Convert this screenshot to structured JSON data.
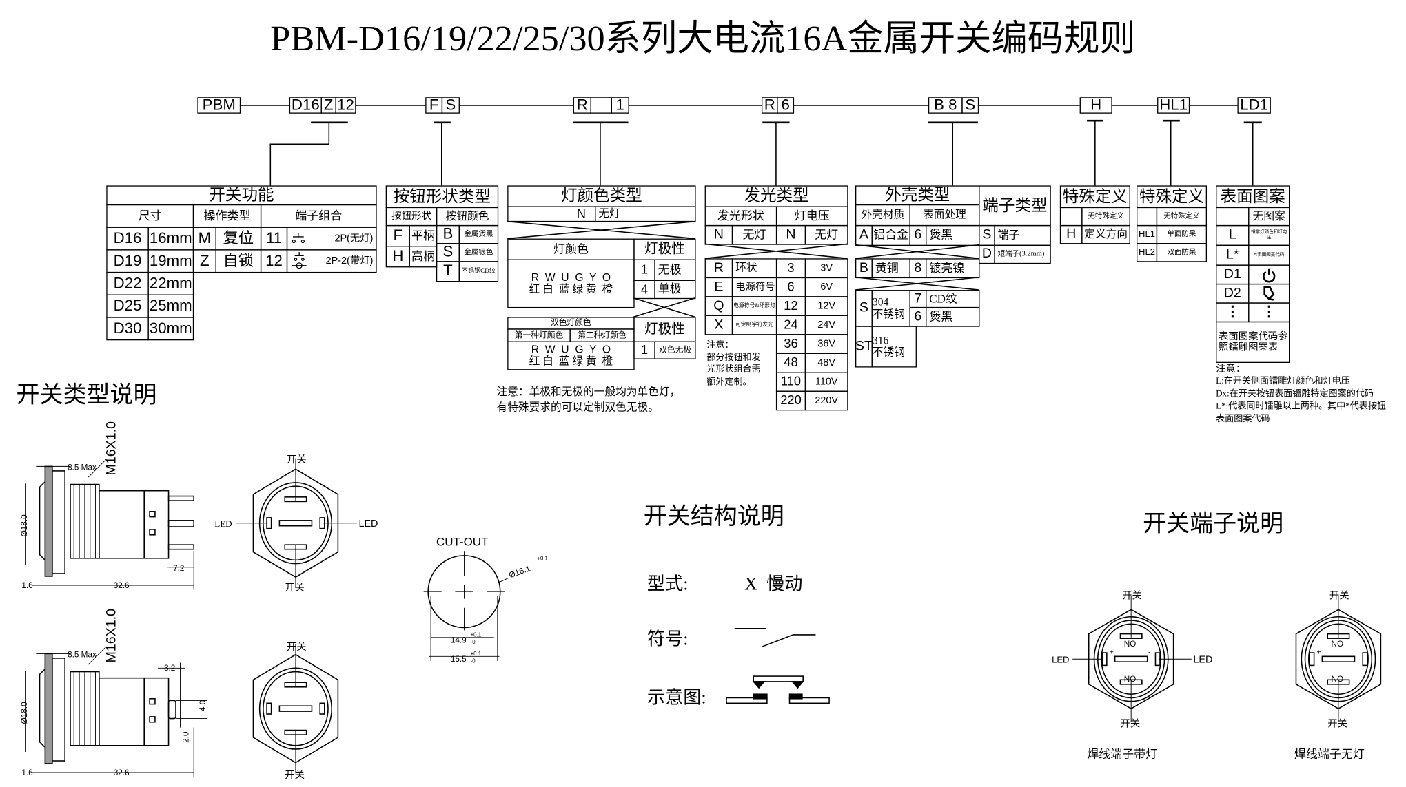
{
  "title": "PBM-D16/19/22/25/30系列大电流16A金属开关编码规则",
  "code": [
    "PBM",
    "D16",
    "Z",
    "12",
    "F",
    "S",
    "R",
    "",
    "1",
    "R",
    "6",
    "B 8",
    "S",
    "H",
    "HL1",
    "LD1"
  ],
  "switch_function": {
    "title": "开关功能",
    "headers": [
      "尺寸",
      "操作类型",
      "端子组合"
    ],
    "sizes": [
      [
        "D16",
        "16mm"
      ],
      [
        "D19",
        "19mm"
      ],
      [
        "D22",
        "22mm"
      ],
      [
        "D25",
        "25mm"
      ],
      [
        "D30",
        "30mm"
      ]
    ],
    "ops": [
      [
        "M",
        "复位"
      ],
      [
        "Z",
        "自锁"
      ]
    ],
    "terminals": [
      [
        "11",
        "2P(无灯)"
      ],
      [
        "12",
        "2P-2(带灯)"
      ]
    ]
  },
  "button_shape": {
    "title": "按钮形状类型",
    "headers": [
      "按钮形状",
      "按钮颜色"
    ],
    "shapes": [
      [
        "F",
        "平柄"
      ],
      [
        "H",
        "高柄"
      ]
    ],
    "colors": [
      [
        "B",
        "金属煲黑"
      ],
      [
        "S",
        "金属银色"
      ],
      [
        "T",
        "不锈钢CD纹"
      ]
    ]
  },
  "lamp_color": {
    "title": "灯颜色类型",
    "none": [
      "N",
      "无灯"
    ],
    "color_header": "灯颜色",
    "polarity_header": "灯极性",
    "color_codes": "R  W  U  G  Y  O",
    "color_names": "红 白  蓝 绿 黄  橙",
    "polarity": [
      [
        "1",
        "无极"
      ],
      [
        "4",
        "单极"
      ]
    ],
    "dual": {
      "header": "双色灯颜色",
      "first": "第一种灯颜色",
      "second": "第二种灯颜色",
      "polarity_header": "灯极性",
      "polarity": [
        "1",
        "双色无极"
      ]
    },
    "note": [
      "注意：单极和无极的一般均为单色灯，",
      "有特殊要求的可以定制双色无极。"
    ]
  },
  "light_type": {
    "title": "发光类型",
    "headers": [
      "发光形状",
      "灯电压"
    ],
    "none": [
      "N",
      "无灯",
      "N",
      "无灯"
    ],
    "shapes": [
      [
        "R",
        "环状"
      ],
      [
        "E",
        "电源符号"
      ],
      [
        "Q",
        "电源符号&环形灯"
      ],
      [
        "X",
        "可定制字符发光"
      ]
    ],
    "voltages": [
      [
        "3",
        "3V"
      ],
      [
        "6",
        "6V"
      ],
      [
        "12",
        "12V"
      ],
      [
        "24",
        "24V"
      ],
      [
        "36",
        "36V"
      ],
      [
        "48",
        "48V"
      ],
      [
        "110",
        "110V"
      ],
      [
        "220",
        "220V"
      ]
    ],
    "note": [
      "注意：",
      "部分按钮和发",
      "光形状组合需",
      "额外定制。"
    ]
  },
  "housing": {
    "title": "外壳类型",
    "headers": [
      "外壳材质",
      "表面处理"
    ],
    "a": [
      "A",
      "铝合金",
      "6",
      "煲黑"
    ],
    "b": [
      "B",
      "黄铜",
      "8",
      "镀亮镍"
    ],
    "s": [
      "S",
      "304",
      "不锈钢"
    ],
    "s_finish": [
      [
        "7",
        "CD纹"
      ],
      [
        "6",
        "煲黑"
      ]
    ],
    "st": [
      "ST",
      "316",
      "不锈钢"
    ]
  },
  "terminal_type": {
    "title": "端子类型",
    "rows": [
      [
        "S",
        "端子"
      ],
      [
        "D",
        "短端子(3.2mm)"
      ]
    ]
  },
  "special1": {
    "title": "特殊定义",
    "blank": "无特殊定义",
    "rows": [
      [
        "H",
        "定义方向"
      ]
    ]
  },
  "special2": {
    "title": "特殊定义",
    "blank": "无特殊定义",
    "rows": [
      [
        "HL1",
        "单面防呆"
      ],
      [
        "HL2",
        "双面防呆"
      ]
    ]
  },
  "surface": {
    "title": "表面图案",
    "none": "无图案",
    "rows": [
      [
        "L",
        "镭雕灯颜色和灯电压"
      ],
      [
        "L*",
        "*:表面图案代码"
      ],
      [
        "D1",
        "power-icon"
      ],
      [
        "D2",
        "bell-icon"
      ]
    ],
    "dots": "⋮",
    "ref": [
      "表面图案代码参",
      "照镭雕图案表"
    ],
    "note": [
      "注意：",
      "L:在开关侧面镭雕灯颜色和灯电压",
      "Dx:在开关按钮表面镭雕特定图案的代码",
      "L*:代表同时镭雕以上两种。其中*代表按钮",
      "表面图案代码"
    ]
  },
  "sections": {
    "types": "开关类型说明",
    "structure": "开关结构说明",
    "terminals": "开关端子说明"
  },
  "structure": {
    "type_label": "型式:",
    "type_value": "X  慢动",
    "symbol_label": "符号:",
    "diagram_label": "示意图:"
  },
  "drawing": {
    "max": "8.5 Max",
    "thread": "M16X1.0",
    "dia": "Ø18.0",
    "flange": "1.6",
    "length": "32.6",
    "pin": "7.2",
    "lug_w": "3.2",
    "lug_h": "4.0",
    "lug_off": "2.0",
    "switch": "开关",
    "led": "LED"
  },
  "cutout": {
    "label": "CUT-OUT",
    "dia": "Ø16.1",
    "inner": "14.9",
    "outer": "15.5",
    "tol_plus": "+0.1",
    "tol_minus": "-0"
  },
  "terminal_diagrams": {
    "no": "NO",
    "plus": "+",
    "minus": "-",
    "captions": [
      "焊线端子带灯",
      "焊线端子无灯"
    ]
  }
}
